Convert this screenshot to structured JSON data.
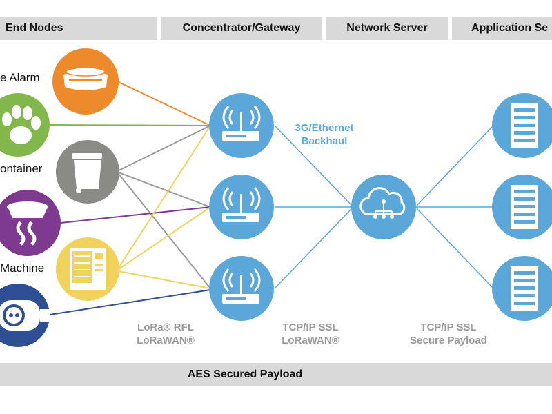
{
  "header": {
    "end_nodes": "End Nodes",
    "gateway": "Concentrator/Gateway",
    "network_server": "Network Server",
    "application": "Application Se"
  },
  "end_nodes": [
    {
      "label": "e Alarm",
      "icon": "ceiling-smoke-detector-icon",
      "color": "#ec8a2c"
    },
    {
      "label": "",
      "icon": "paw-icon",
      "color": "#82b84b"
    },
    {
      "label": "ontainer",
      "icon": "trash-can-icon",
      "color": "#8a8a87"
    },
    {
      "label": "",
      "icon": "smoke-alarm-icon",
      "color": "#7d3a8e"
    },
    {
      "label": "Machine",
      "icon": "vending-machine-icon",
      "color": "#f1d35c"
    },
    {
      "label": "",
      "icon": "water-meter-icon",
      "color": "#2f4f94"
    }
  ],
  "links": {
    "radio_left": [
      "LoRa® RFL",
      "LoRaWAN®"
    ],
    "backhaul": [
      "3G/Ethernet",
      "Backhaul"
    ],
    "gw_to_ns": [
      "TCP/IP SSL",
      "LoRaWAN®"
    ],
    "ns_to_app": [
      "TCP/IP SSL",
      "Secure Payload"
    ]
  },
  "footer": "AES Secured Payload",
  "colors": {
    "header_bg": "#d9d9d9",
    "gateway": "#5ba7d9",
    "link_blue": "#5ba7d9",
    "orange": "#ec8a2c",
    "green": "#82b84b",
    "gray": "#8a8a87",
    "purple": "#7d3a8e",
    "yellow": "#f1d35c",
    "navy": "#2f4f94"
  }
}
